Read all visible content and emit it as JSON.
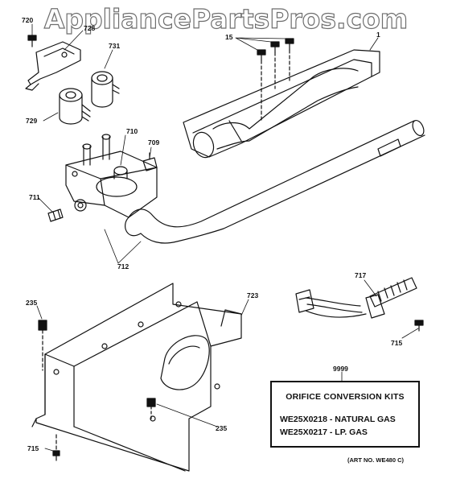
{
  "watermark": "AppliancePartsPros.com",
  "labels": {
    "p720": "720",
    "p728": "728",
    "p731": "731",
    "p729": "729",
    "p710": "710",
    "p709": "709",
    "p711": "711",
    "p712": "712",
    "p15": "15",
    "p1": "1",
    "p717": "717",
    "p715a": "715",
    "p235a": "235",
    "p723": "723",
    "p9999": "9999",
    "p235b": "235",
    "p715b": "715"
  },
  "kit_box": {
    "title": "ORIFICE CONVERSION KITS",
    "line1": "WE25X0218 - NATURAL GAS",
    "line2": "WE25X0217 - LP. GAS"
  },
  "art_number": "(ART NO. WE480 C)"
}
